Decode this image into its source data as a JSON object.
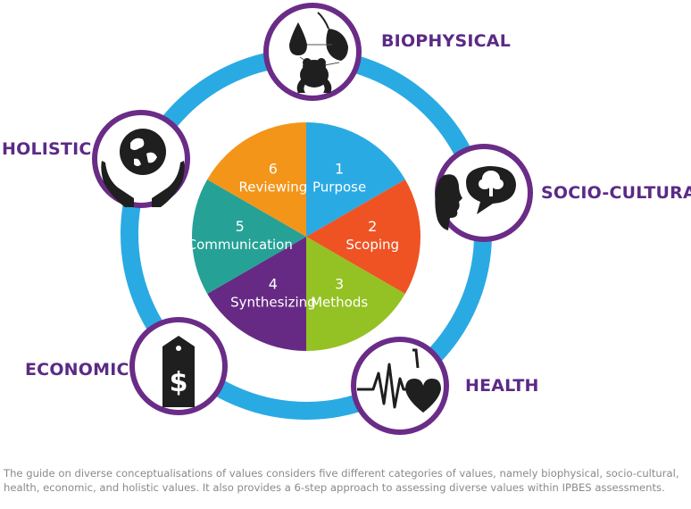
{
  "steps": [
    {
      "number": "1",
      "label": "Purpose",
      "color": "#2aaae3"
    },
    {
      "number": "2",
      "label": "Scoping",
      "color": "#ef5323"
    },
    {
      "number": "3",
      "label": "Methods",
      "color": "#94c123"
    },
    {
      "number": "4",
      "label": "Synthesizing",
      "color": "#672a84"
    },
    {
      "number": "5",
      "label": "Communication",
      "color": "#26a196"
    },
    {
      "number": "6",
      "label": "Reviewing",
      "color": "#f39519"
    }
  ],
  "categories": {
    "biophysical": {
      "label": "BIOPHYSICAL",
      "icon": "frog-drop-leaf-icon"
    },
    "socio_cultural": {
      "label": "SOCIO-CULTURAL",
      "icon": "head-tree-speech-icon"
    },
    "health": {
      "label": "HEALTH",
      "icon": "heartbeat-icon"
    },
    "economic": {
      "label": "ECONOMIC",
      "icon": "price-tag-icon"
    },
    "holistic": {
      "label": "HOLISTIC",
      "icon": "hands-globe-icon"
    }
  },
  "colors": {
    "ring": "#2aaae3",
    "circle_border": "#6a2c87",
    "label": "#5b2a86",
    "caption": "#8a8a8a"
  },
  "caption": "The guide on diverse conceptualisations of values considers five different categories of values, namely biophysical, socio-cultural, health, economic, and holistic values. It also provides a 6-step approach to assessing diverse values within IPBES assessments."
}
